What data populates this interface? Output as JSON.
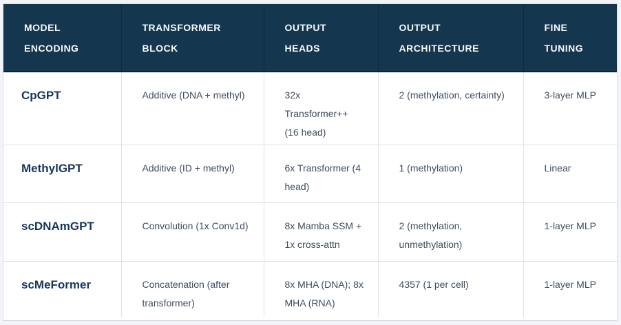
{
  "table": {
    "columns": [
      "MODEL ENCODING",
      "TRANSFORMER BLOCK",
      "OUTPUT HEADS",
      "OUTPUT ARCHITECTURE",
      "FINE TUNING"
    ],
    "rows": [
      {
        "model": "CpGPT",
        "cells": [
          "Additive (DNA + methyl)",
          "32x Transformer++ (16 head)",
          "2 (methylation, certainty)",
          "3-layer MLP"
        ]
      },
      {
        "model": "MethylGPT",
        "cells": [
          "Additive (ID + methyl)",
          "6x Transformer (4 head)",
          "1 (methylation)",
          "Linear"
        ]
      },
      {
        "model": "scDNAmGPT",
        "cells": [
          "Convolution (1x Conv1d)",
          "8x Mamba SSM + 1x cross-attn",
          "2 (methylation, unmethylation)",
          "1-layer MLP"
        ]
      },
      {
        "model": "scMeFormer",
        "cells": [
          "Concatenation (after transformer)",
          "8x MHA (DNA); 8x MHA (RNA)",
          "4357 (1 per cell)",
          "1-layer MLP"
        ]
      }
    ]
  },
  "colors": {
    "page_bg": "#f2f4f7",
    "table_border": "#d6dce6",
    "header_bg": "#14364f",
    "header_text": "#f7f9fb",
    "header_divider": "#0c2a40",
    "header_bottom_border": "#0d2233",
    "body_text": "#3e4c5f",
    "model_text": "#17365c",
    "row_divider": "#d9dfe7",
    "column_divider": "#dde3eb",
    "cell_bg": "#ffffff"
  }
}
